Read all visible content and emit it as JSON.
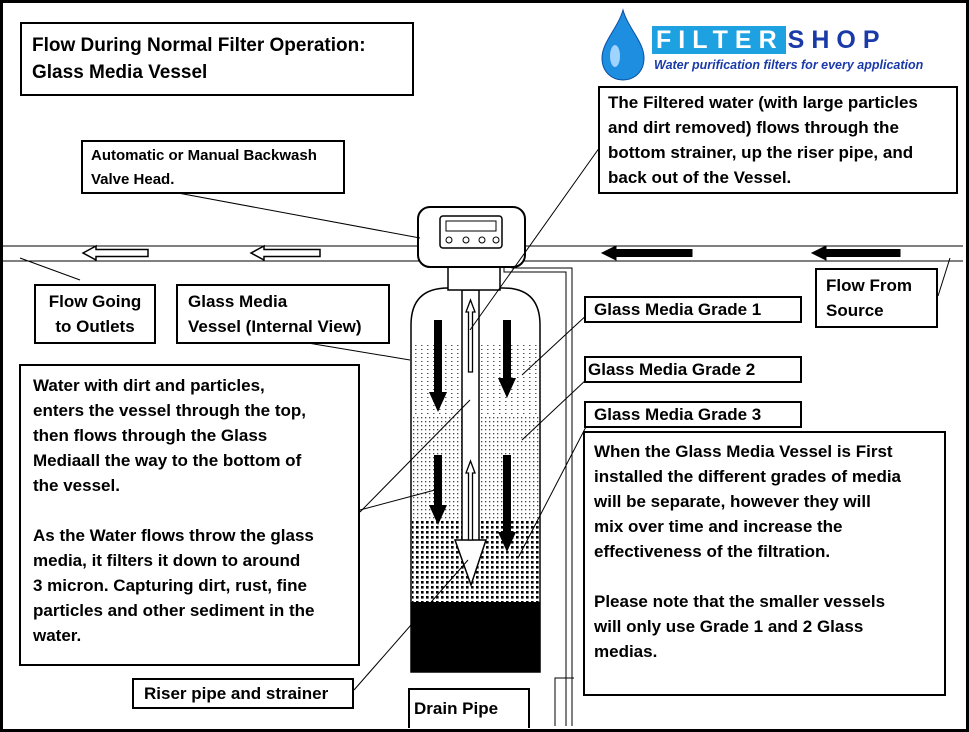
{
  "title": {
    "line1": "Flow During Normal Filter Operation:",
    "line2": "Glass Media Vessel"
  },
  "logo": {
    "word1": "FILTER",
    "word2": "SHOP",
    "tagline": "Water purification filters for every application",
    "icon": "water-drop-icon"
  },
  "labels": {
    "valve_head": [
      "Automatic or Manual Backwash",
      "Valve Head."
    ],
    "filtered_water": [
      "The Filtered water (with large particles",
      "and dirt removed) flows through the",
      "bottom strainer, up the riser pipe, and",
      "back out of the Vessel."
    ],
    "flow_from_source": [
      "Flow From",
      "Source"
    ],
    "flow_to_outlets": [
      "Flow Going",
      "to Outlets"
    ],
    "vessel_view": [
      "Glass Media",
      "Vessel (Internal View)"
    ],
    "grade1": "Glass Media Grade 1",
    "grade2": "Glass Media Grade 2",
    "grade3": "Glass Media Grade 3",
    "water_dirt": [
      "Water with dirt and particles,",
      "enters the vessel  through the top,",
      "then flows through the Glass",
      "Mediaall the way to the bottom of",
      "the vessel."
    ],
    "water_flows": [
      "As the Water flows throw the glass",
      "media, it filters it down to around",
      "3 micron. Capturing dirt, rust, fine",
      "particles and other sediment in the",
      "water."
    ],
    "first_installed": [
      "When the Glass Media Vessel is First",
      "installed the different grades of media",
      "will be separate, however they will",
      "mix over time and increase the",
      "effectiveness of the filtration."
    ],
    "smaller_vessels": [
      "Please note that the smaller vessels",
      "will only use Grade 1 and 2 Glass",
      "medias."
    ],
    "riser_pipe": "Riser pipe and strainer",
    "drain_pipe": "Drain Pipe"
  },
  "colors": {
    "ink": "#000000",
    "logo_blue": "#1da1e0",
    "logo_navy": "#1a3aa8"
  }
}
